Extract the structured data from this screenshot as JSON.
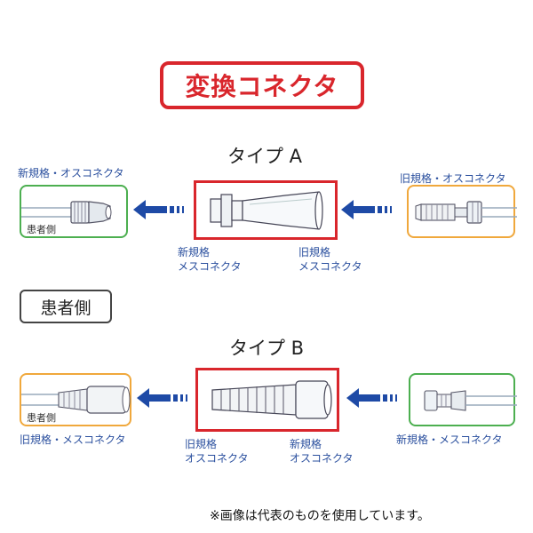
{
  "title": "変換コネクタ",
  "patient_side_heading": "患者側",
  "type_a": {
    "label": "タイプ A",
    "left_panel_caption": "新規格・オスコネクタ",
    "left_panel_inner_label": "患者側",
    "right_panel_caption": "旧規格・オスコネクタ",
    "below_center_left": [
      "新規格",
      "メスコネクタ"
    ],
    "below_center_right": [
      "旧規格",
      "メスコネクタ"
    ]
  },
  "type_b": {
    "label": "タイプ B",
    "left_panel_inner_label": "患者側",
    "left_panel_caption": "旧規格・メスコネクタ",
    "right_panel_caption": "新規格・メスコネクタ",
    "below_center_left": [
      "旧規格",
      "オスコネクタ"
    ],
    "below_center_right": [
      "新規格",
      "オスコネクタ"
    ]
  },
  "footnote": "※画像は代表のものを使用しています。",
  "colors": {
    "title_red": "#d9262c",
    "green_panel": "#4caf50",
    "orange_panel": "#f0a83c",
    "arrow_blue": "#1e4aa6",
    "caption_blue": "#2a4f9e"
  }
}
